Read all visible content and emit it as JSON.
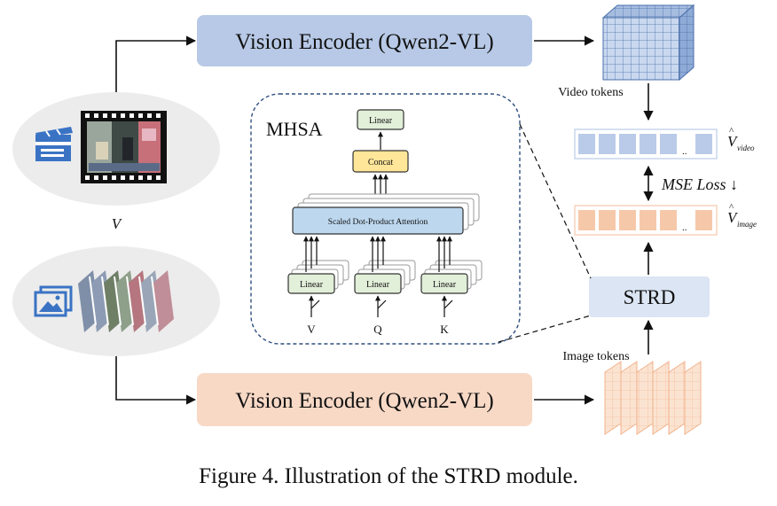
{
  "encoders": {
    "top_label": "Vision Encoder (Qwen2-VL)",
    "bottom_label": "Vision Encoder (Qwen2-VL)"
  },
  "inputs": {
    "video_symbol": "V",
    "video_icon": "clapperboard-icon",
    "image_icon": "image-gallery-icon"
  },
  "tokens": {
    "video_label": "Video tokens",
    "image_label": "Image tokens"
  },
  "mhsa": {
    "title": "MHSA",
    "linear_out": "Linear",
    "concat": "Concat",
    "attention": "Scaled Dot-Product Attention",
    "linear_v": "Linear",
    "linear_q": "Linear",
    "linear_k": "Linear",
    "input_v": "V",
    "input_q": "Q",
    "input_k": "K"
  },
  "outputs": {
    "v_video_base": "V",
    "v_video_sub": "video",
    "v_image_base": "V",
    "v_image_sub": "image",
    "mse_loss": "MSE Loss ↓",
    "strd": "STRD",
    "dots": ".."
  },
  "caption": "Figure 4. Illustration of the STRD module.",
  "colors": {
    "encoder_top": "#b7c9e6",
    "encoder_bottom": "#f8d9c6",
    "video_cell": "#b9cbe8",
    "image_cell": "#f6c8aa",
    "linear_fill": "#e2efd9",
    "concat_fill": "#ffe699",
    "attention_fill": "#bdd7ee",
    "strd_fill": "#dbe5f3",
    "oval_fill": "#ececec",
    "icon_blue": "#3a73c4"
  }
}
